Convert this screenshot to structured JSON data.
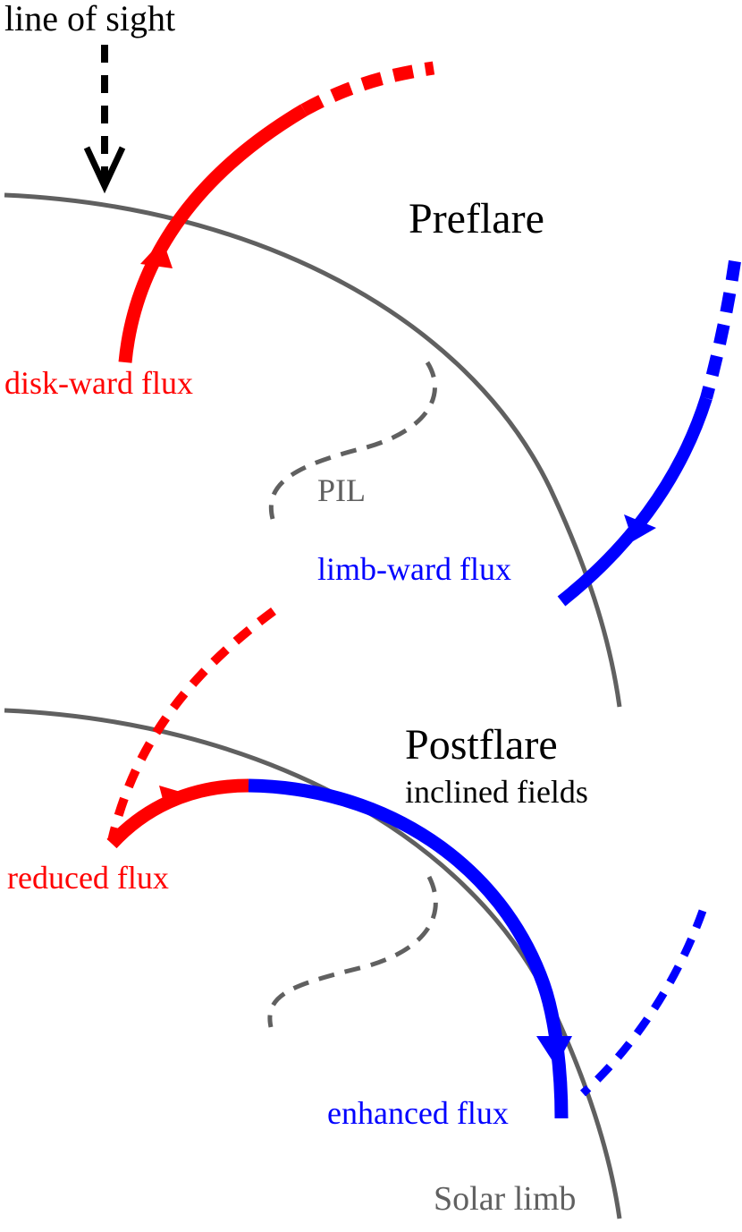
{
  "labels": {
    "line_of_sight": "line of sight",
    "preflare": "Preflare",
    "diskward_flux": "disk-ward flux",
    "pil_top": "PIL",
    "limbward_flux": "limb-ward flux",
    "postflare": "Postflare",
    "inclined_fields": "inclined fields",
    "reduced_flux": "reduced flux",
    "enhanced_flux": "enhanced flux",
    "solar_limb": "Solar limb"
  },
  "colors": {
    "diskward": "#ff0000",
    "limbward": "#0000ff",
    "limb": "#606060",
    "text": "#000000"
  }
}
